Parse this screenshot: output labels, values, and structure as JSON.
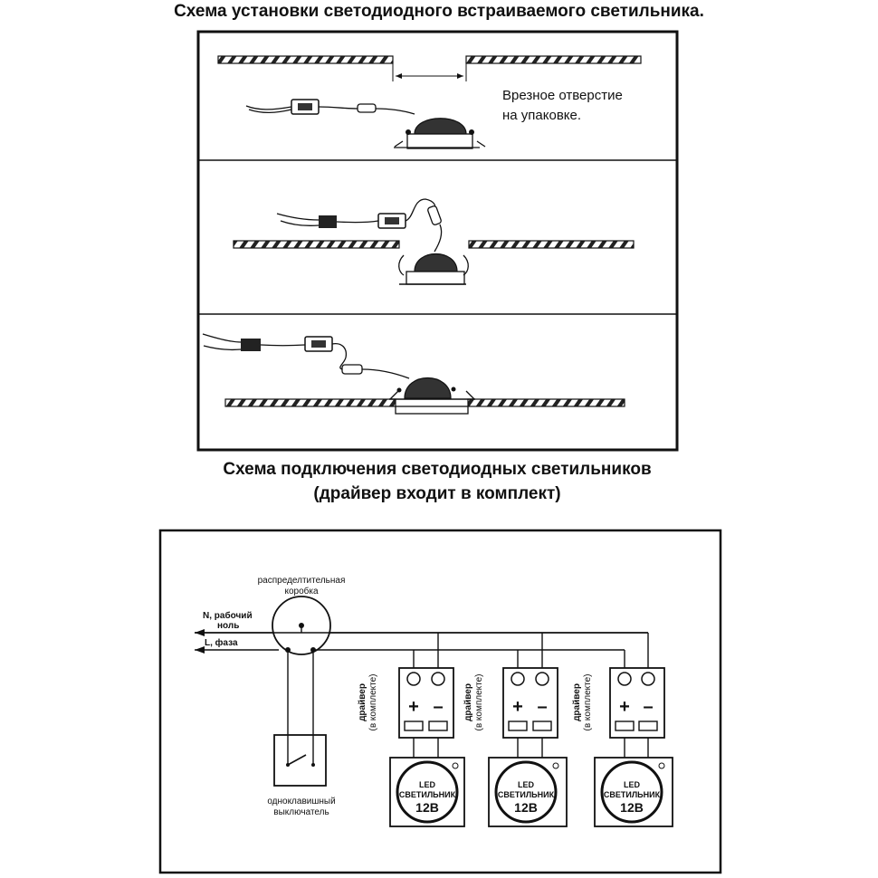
{
  "install": {
    "title": "Схема установки светодиодного встраиваемого светильника.",
    "cutout_note_line1": "Врезное отверстие",
    "cutout_note_line2": "на упаковке."
  },
  "wiring": {
    "title_line1": "Схема подключения светодиодных светильников",
    "title_line2": "(драйвер входит в комплект)",
    "junction_box_line1": "распределтительная",
    "junction_box_line2": "коробка",
    "neutral_line1": "N, рабочий",
    "neutral_line2": "ноль",
    "phase": "L, фаза",
    "switch_line1": "одноклавишный",
    "switch_line2": "выключатель",
    "drivers": [
      {
        "label_line1": "драйвер",
        "label_line2": "(в комплекте)",
        "plus": "+",
        "minus": "–",
        "led_line1": "LED",
        "led_line2": "СВЕТИЛЬНИК",
        "voltage": "12В"
      },
      {
        "label_line1": "драйвер",
        "label_line2": "(в комплекте)",
        "plus": "+",
        "minus": "–",
        "led_line1": "LED",
        "led_line2": "СВЕТИЛЬНИК",
        "voltage": "12В"
      },
      {
        "label_line1": "драйвер",
        "label_line2": "(в комплекте)",
        "plus": "+",
        "minus": "–",
        "led_line1": "LED",
        "led_line2": "СВЕТИЛЬНИК",
        "voltage": "12В"
      }
    ]
  }
}
